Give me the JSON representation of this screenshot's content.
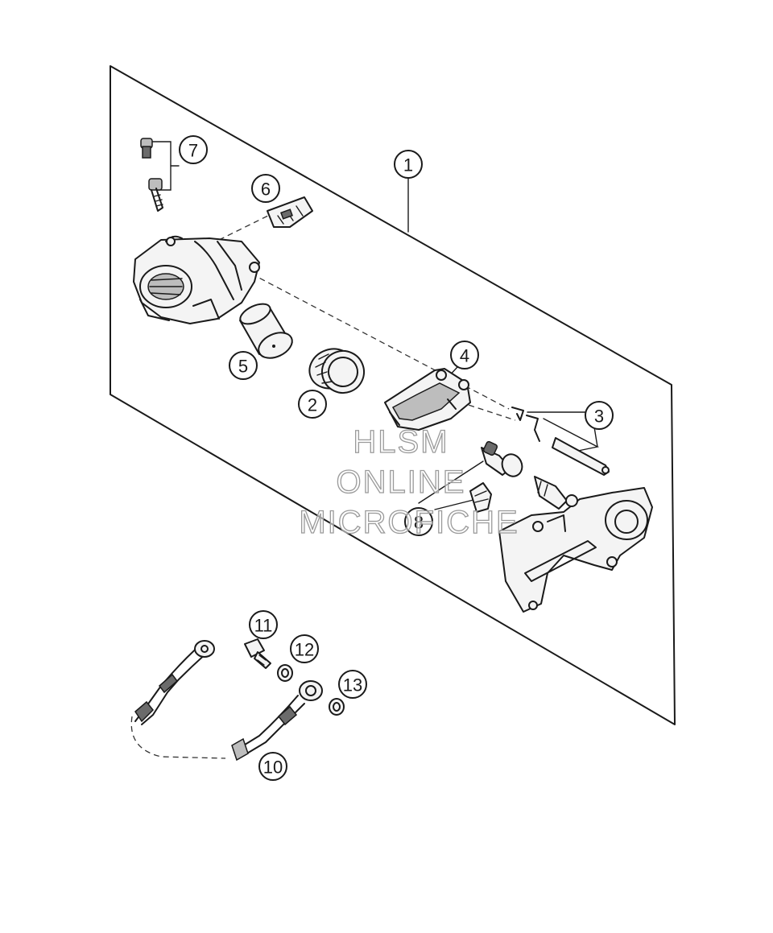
{
  "callouts": {
    "c1": "1",
    "c2": "2",
    "c3": "3",
    "c4": "4",
    "c5": "5",
    "c6": "6",
    "c7": "7",
    "c8": "8",
    "c10": "10",
    "c11": "11",
    "c12": "12",
    "c13": "13"
  },
  "watermark": {
    "line1": "HLSM",
    "line2": "ONLINE",
    "line3": "MICROFICHE"
  }
}
